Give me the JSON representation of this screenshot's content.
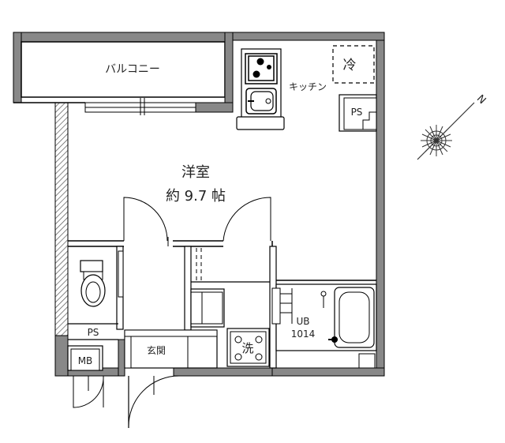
{
  "floorplan": {
    "labels": {
      "balcony": "バルコニー",
      "kitchen": "キッチン",
      "fridge": "冷",
      "ps_kitchen": "PS",
      "room_name": "洋室",
      "room_size": "約 9.7 帖",
      "ps_toilet": "PS",
      "mb": "MB",
      "entrance": "玄関",
      "washer": "洗",
      "ub_name": "UB",
      "ub_size": "1014"
    },
    "compass": {
      "north_label": "N"
    }
  }
}
